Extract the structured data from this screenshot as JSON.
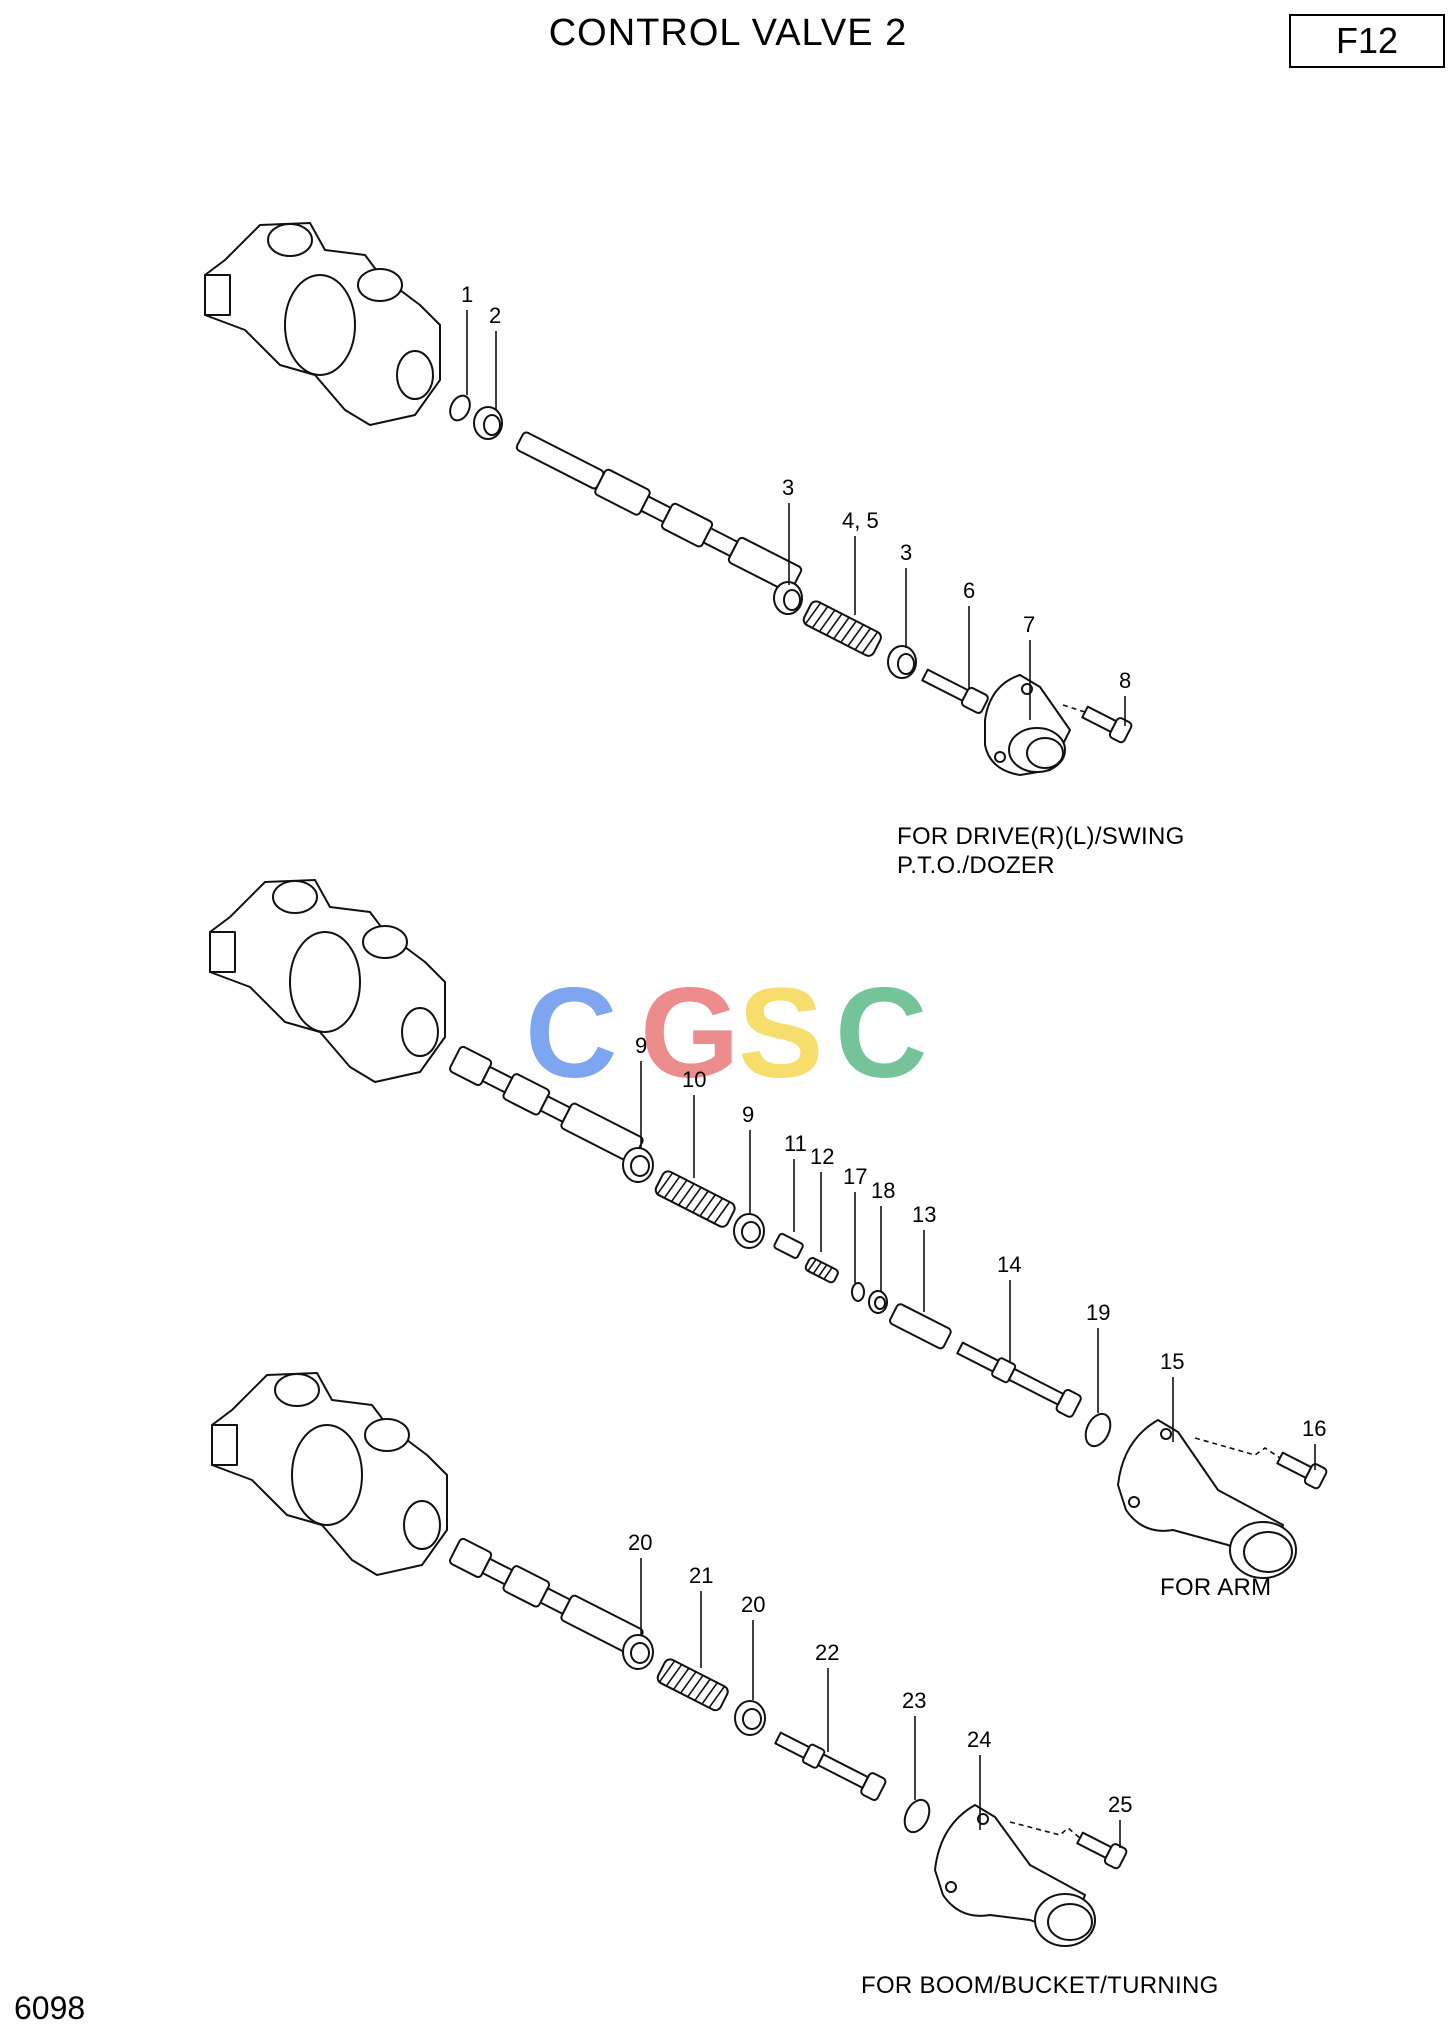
{
  "header": {
    "title": "CONTROL VALVE 2",
    "code": "F12"
  },
  "footer": {
    "page_number": "6098"
  },
  "watermark": {
    "letters": [
      {
        "char": "C",
        "color": "#7ea6f0"
      },
      {
        "char": "G",
        "color": "#ec8c8c"
      },
      {
        "char": "S",
        "color": "#f7dd6b"
      },
      {
        "char": "C",
        "color": "#74c39b"
      }
    ]
  },
  "groups": [
    {
      "caption_lines": [
        "FOR DRIVE(R)(L)/SWING",
        "P.T.O./DOZER"
      ],
      "labels": [
        "1",
        "2",
        "3",
        "4, 5",
        "3",
        "6",
        "7",
        "8"
      ]
    },
    {
      "caption_lines": [
        "FOR ARM"
      ],
      "labels": [
        "9",
        "10",
        "9",
        "11",
        "12",
        "17",
        "18",
        "13",
        "14",
        "19",
        "15",
        "16"
      ]
    },
    {
      "caption_lines": [
        "FOR BOOM/BUCKET/TURNING"
      ],
      "labels": [
        "20",
        "21",
        "20",
        "22",
        "23",
        "24",
        "25"
      ]
    }
  ]
}
